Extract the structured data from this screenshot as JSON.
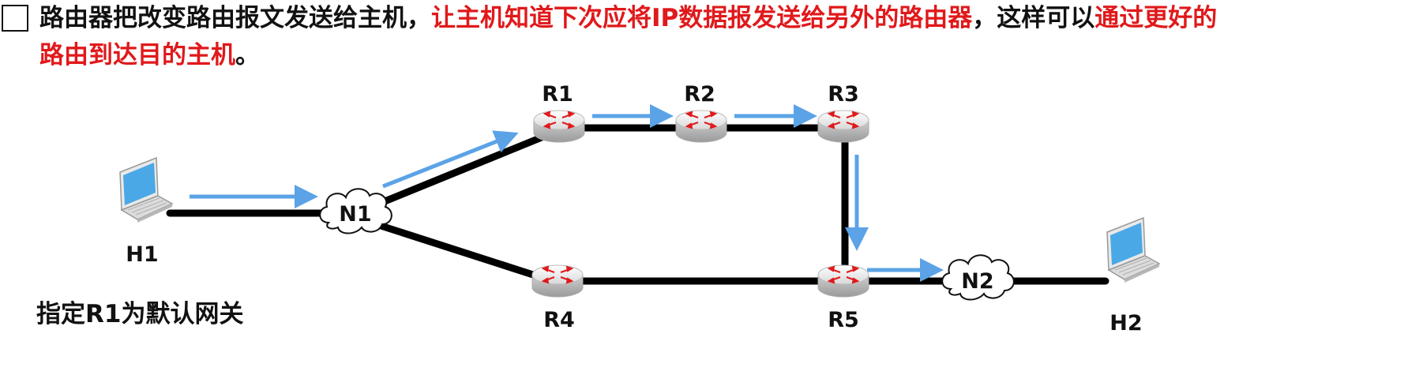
{
  "statement": {
    "segments": [
      {
        "text": "路由器把改变路由报文发送给主机，",
        "highlight": false
      },
      {
        "text": "让主机知道下次应将IP数据报发送给另外的路由器",
        "highlight": true
      },
      {
        "text": "，这样可以",
        "highlight": false
      },
      {
        "text": "通过更好的路由到达目的主机",
        "highlight": true
      },
      {
        "text": "。",
        "highlight": false
      }
    ]
  },
  "colors": {
    "highlight": "#e0191b",
    "arrow": "#5ba3e6",
    "link": "#000000",
    "laptop_screen": "#4aa8e6"
  },
  "nodes": {
    "H1": "H1",
    "N1": "N1",
    "R1": "R1",
    "R2": "R2",
    "R3": "R3",
    "R4": "R4",
    "R5": "R5",
    "N2": "N2",
    "H2": "H2"
  },
  "note": "指定R1为默认网关"
}
